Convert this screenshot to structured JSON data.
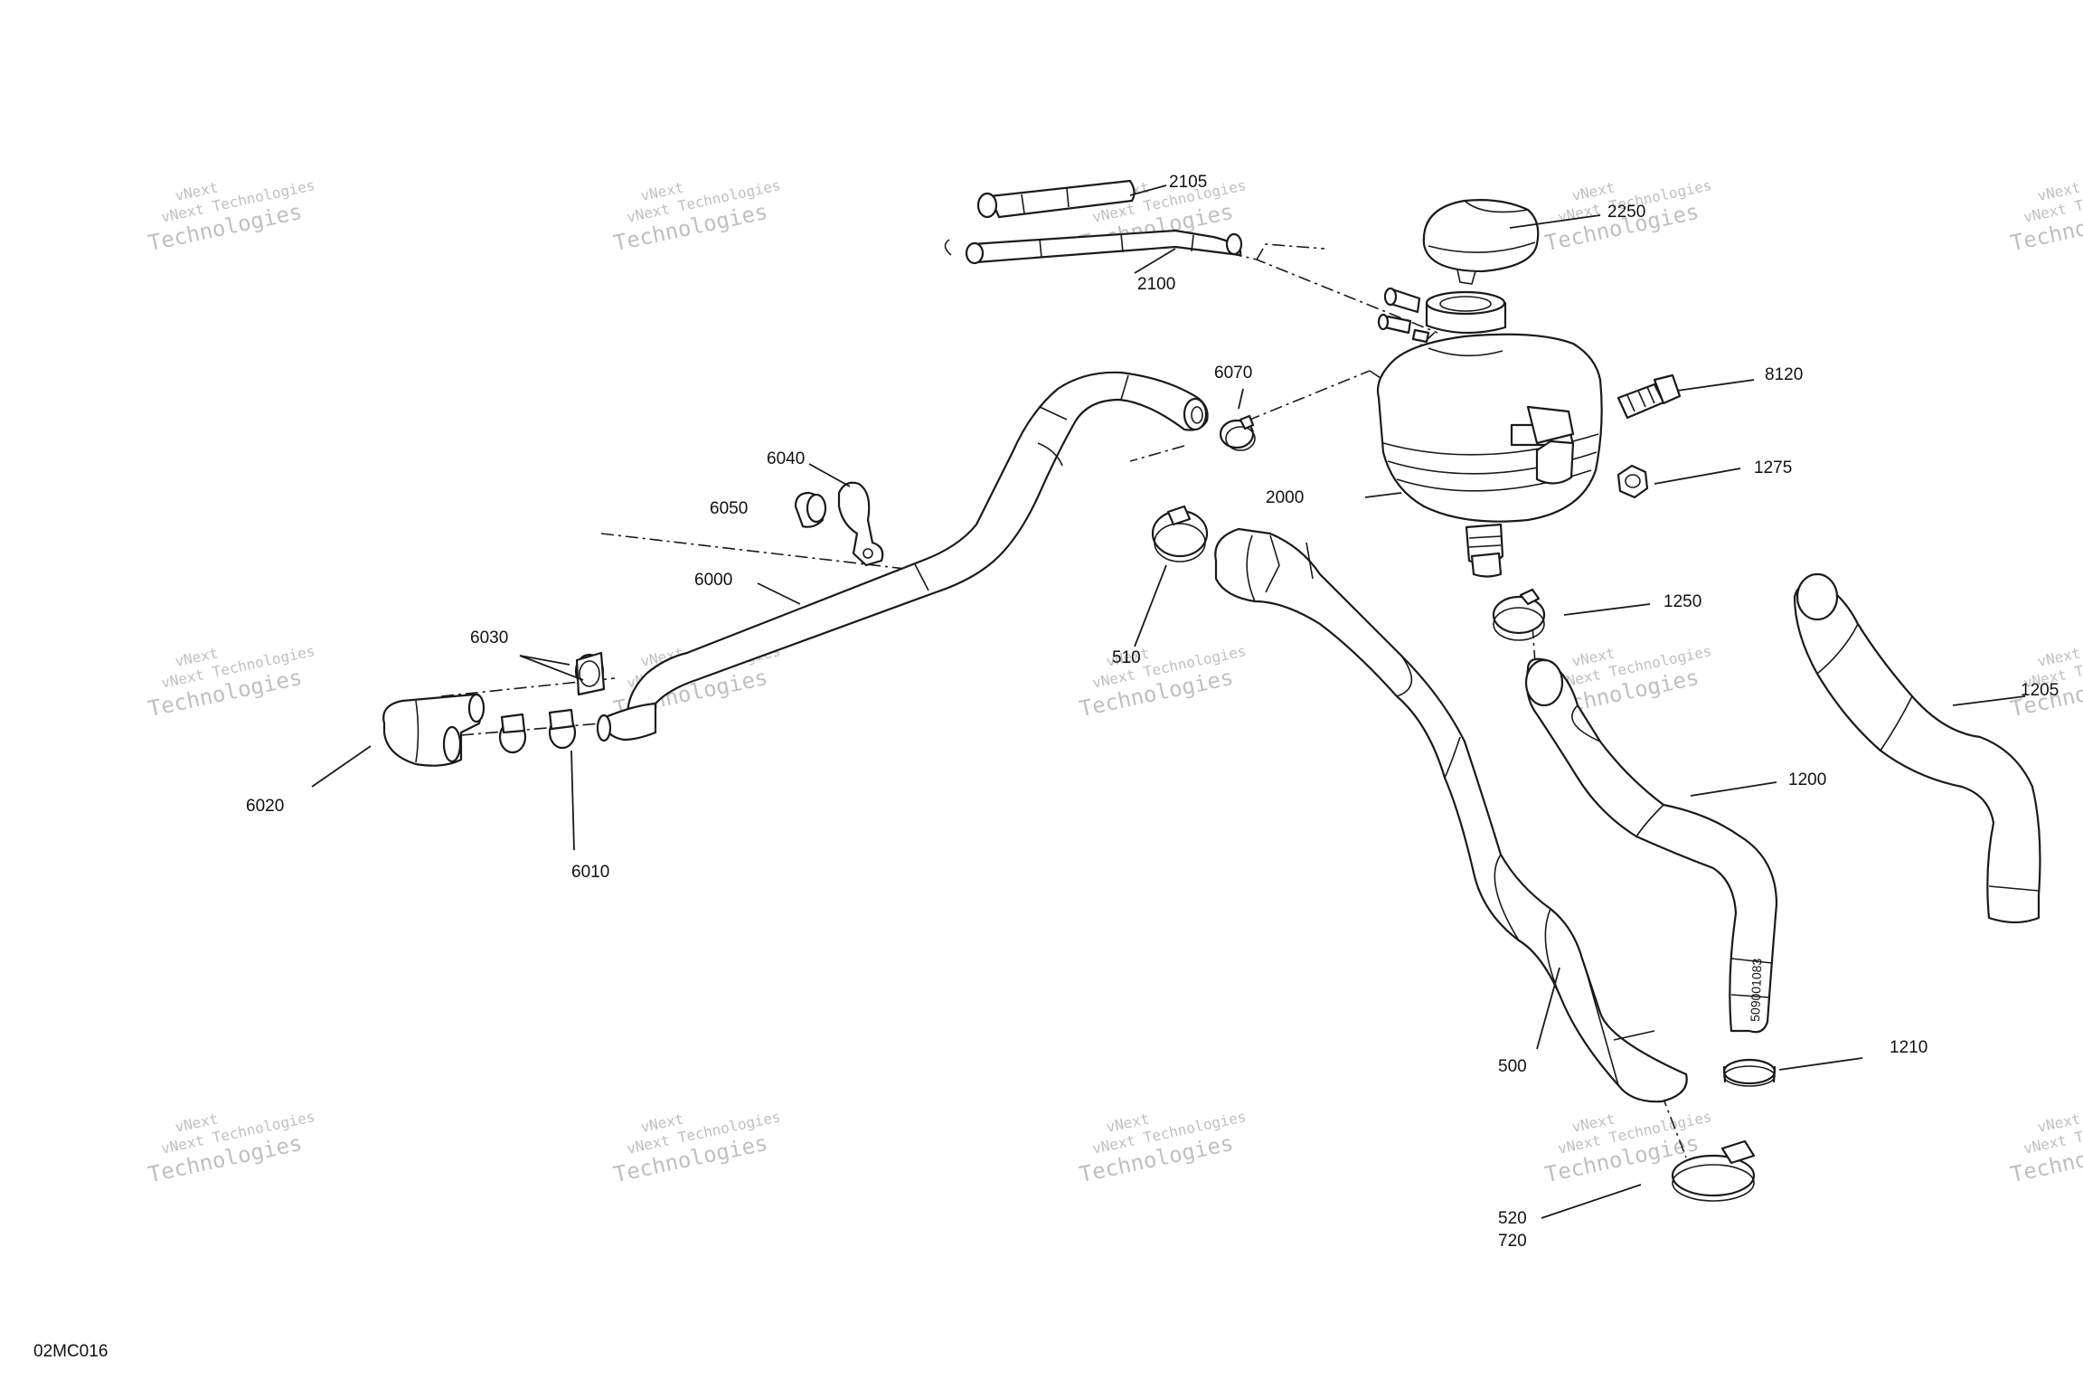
{
  "figure_code": "02MC016",
  "watermark": {
    "line1": "vNext",
    "line2": "vNext Technologies",
    "line3": "Technologies"
  },
  "hose_marking": "509001083",
  "callouts": {
    "c2105": "2105",
    "c2100": "2100",
    "c2250": "2250",
    "c6070": "6070",
    "c8120": "8120",
    "c6040": "6040",
    "c1275": "1275",
    "c6050": "6050",
    "c2000": "2000",
    "c6000": "6000",
    "c1250": "1250",
    "c6030": "6030",
    "c510": "510",
    "c1205": "1205",
    "c1200": "1200",
    "c6020": "6020",
    "c6010": "6010",
    "c500": "500",
    "c1210": "1210",
    "c520": "520",
    "c720": "720"
  }
}
